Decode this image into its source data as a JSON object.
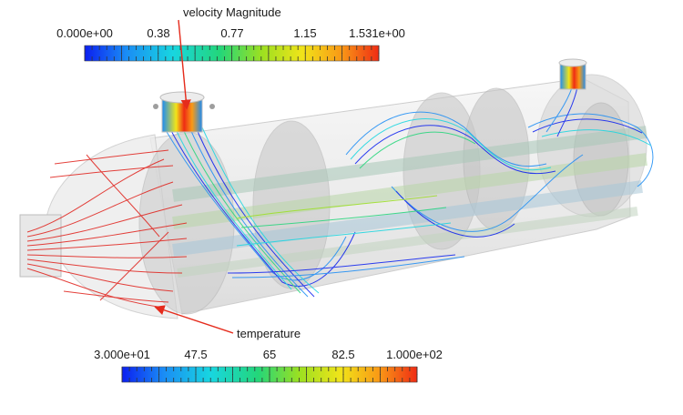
{
  "annotations": {
    "velocity": "velocity Magnitude",
    "temperature": "temperature"
  },
  "colorbars": {
    "velocity": {
      "labels": [
        "0.000e+00",
        "0.38",
        "0.77",
        "1.15",
        "1.531e+00"
      ]
    },
    "temperature": {
      "labels": [
        "3.000e+01",
        "47.5",
        "65",
        "82.5",
        "1.000e+02"
      ]
    }
  },
  "colors": {
    "colormap": [
      "#0b1ff0",
      "#1a8cf5",
      "#18d6e0",
      "#23d67a",
      "#9be021",
      "#f1e419",
      "#f99a16",
      "#ef2c14"
    ],
    "hot_stream": "#e0201a",
    "annotation_arrow": "#e52b1c"
  }
}
